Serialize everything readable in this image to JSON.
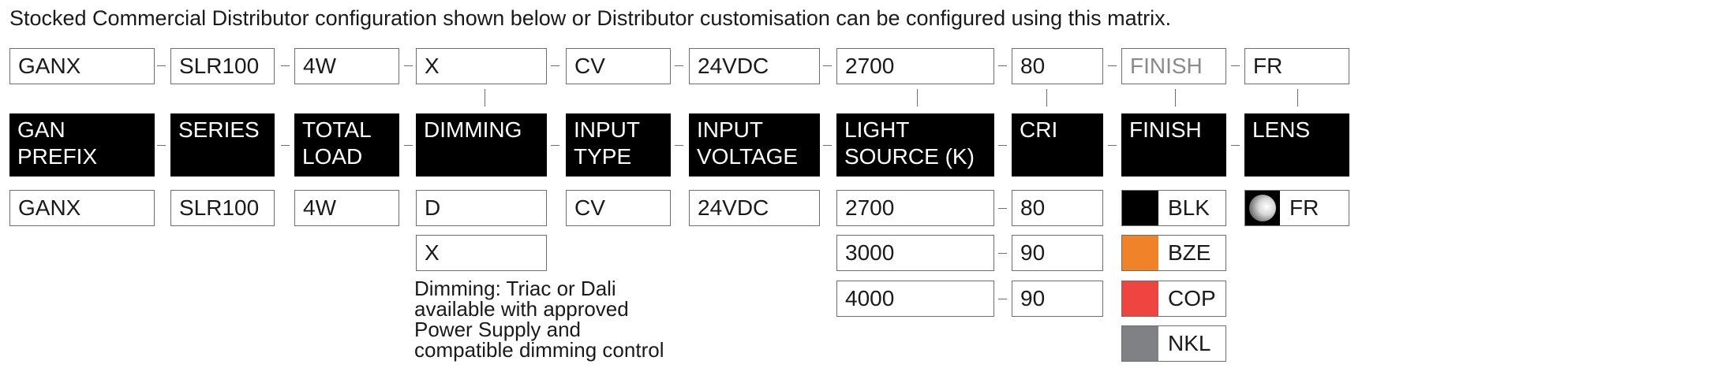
{
  "intro": "Stocked Commercial Distributor configuration shown below or Distributor customisation can be configured using this matrix.",
  "config_row": [
    "GANX",
    "SLR100",
    "4W",
    "X",
    "CV",
    "24VDC",
    "2700",
    "80",
    "FINISH",
    "FR"
  ],
  "headers": [
    "GAN\nPREFIX",
    "SERIES",
    "TOTAL\nLOAD",
    "DIMMING",
    "INPUT\nTYPE",
    "INPUT\nVOLTAGE",
    "LIGHT\nSOURCE (K)",
    "CRI",
    "FINISH",
    "LENS"
  ],
  "options": {
    "gan_prefix": [
      "GANX"
    ],
    "series": [
      "SLR100"
    ],
    "total_load": [
      "4W"
    ],
    "dimming": [
      "D",
      "X"
    ],
    "input_type": [
      "CV"
    ],
    "input_voltage": [
      "24VDC"
    ],
    "light_source": [
      "2700",
      "3000",
      "4000"
    ],
    "cri": [
      "80",
      "90",
      "90"
    ],
    "finish": [
      {
        "label": "BLK",
        "color": "#000000"
      },
      {
        "label": "BZE",
        "color": "#f0832a"
      },
      {
        "label": "COP",
        "color": "#ee4540"
      },
      {
        "label": "NKL",
        "color": "#808184"
      }
    ],
    "lens": [
      {
        "label": "FR",
        "icon": "frosted-lens-icon"
      }
    ]
  },
  "dimming_note": [
    "Dimming: Triac or Dali",
    "available with approved",
    "Power Supply and",
    "compatible dimming control"
  ]
}
